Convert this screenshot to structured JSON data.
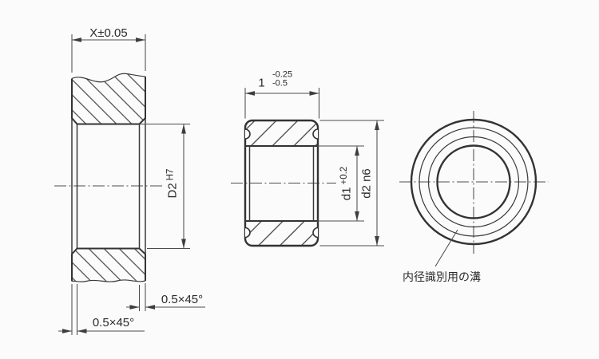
{
  "drawing": {
    "housing_view": {
      "width_dim": "X±0.05",
      "bore_dia": "D2",
      "bore_fit": "H7",
      "chamfer_right": "0.5×45°",
      "chamfer_left": "0.5×45°"
    },
    "ring_view": {
      "width_nominal": "1",
      "width_tol_upper": "-0.25",
      "width_tol_lower": "-0.5",
      "inner_dia": "d1",
      "inner_dia_tol": "+0.2",
      "outer_dia": "d2 n6"
    },
    "front_view": {
      "groove_label": "内径識別用の溝"
    },
    "colors": {
      "outline": "#333333",
      "dimension": "#4d4d4d",
      "text": "#2b2b2b",
      "background": "#fbfbfb"
    }
  }
}
